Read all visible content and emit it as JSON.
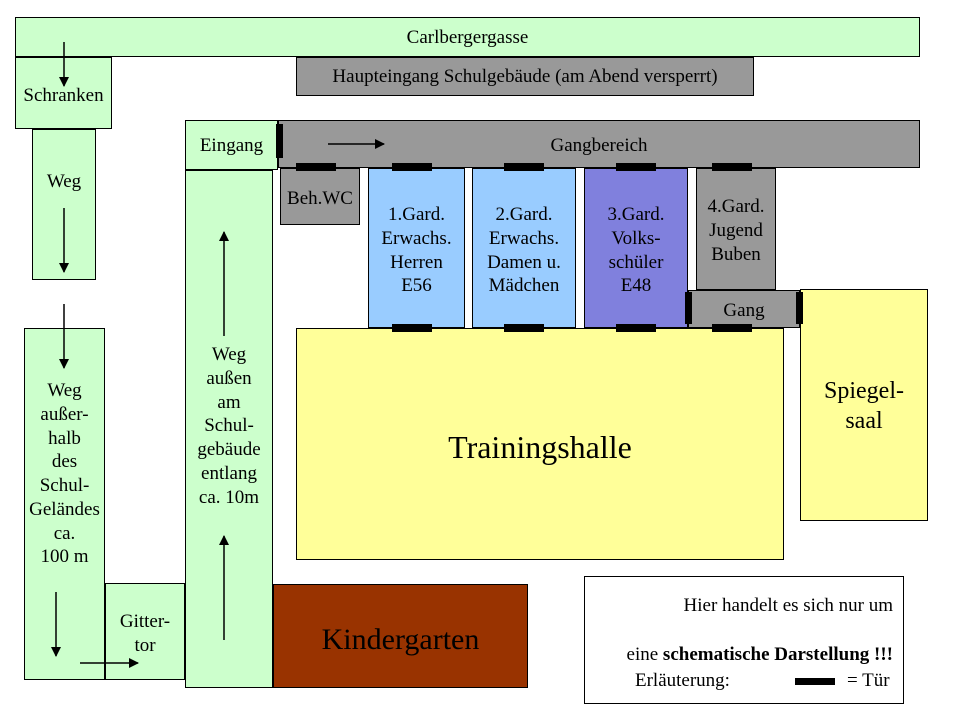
{
  "street": "Carlbergergasse",
  "main_entrance": "Haupteingang Schulgebäude (am Abend versperrt)",
  "barrier": "Schranken",
  "path_upper": "Weg",
  "path_outside": "Weg\naußer-\nhalb\ndes\nSchul-\nGeländes\nca.\n100 m",
  "gate": "Gitter-\ntor",
  "path_along_building": "Weg\naußen\nam\nSchul-\ngebäude\nentlang\nca. 10m",
  "entrance": "Eingang",
  "corridor": "Gangbereich",
  "disabled_wc": "Beh.WC",
  "room1": "1.Gard.\nErwachs.\nHerren\nE56",
  "room2": "2.Gard.\nErwachs.\nDamen u.\nMädchen",
  "room3": "3.Gard.\nVolks-\nschüler\nE48",
  "room4": "4.Gard.\nJugend\nBuben",
  "gang": "Gang",
  "mirror_hall": "Spiegel-\nsaal",
  "training_hall": "Trainingshalle",
  "kindergarten": "Kindergarten",
  "note": {
    "line1": "Hier handelt es sich nur um",
    "line2_prefix": "eine ",
    "line2_bold": "schematische Darstellung !!!",
    "legend_label": "Erläuterung:",
    "legend_value": "= Tür"
  },
  "colors": {
    "path_green": "#ccffcc",
    "building_gray": "#999999",
    "cabin_light_blue": "#99ccff",
    "cabin_purple": "#8080dd",
    "hall_yellow": "#ffff99",
    "kindergarten_brown": "#993300",
    "door_black": "#000000"
  }
}
